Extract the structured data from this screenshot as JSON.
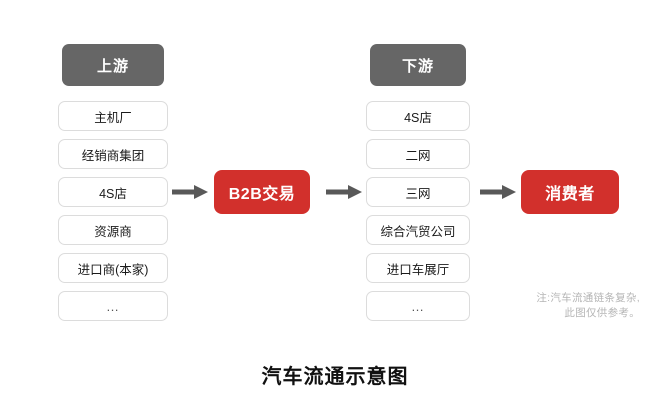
{
  "figure": {
    "title": "汽车流通示意图",
    "footnote_lines": [
      "注:汽车流通链条复杂,",
      "此图仅供参考。"
    ]
  },
  "colors": {
    "header_gray": "#666666",
    "node_red": "#d2302c",
    "box_border": "#dcdcdc",
    "arrow_gray": "#595959",
    "footnote_gray": "#b5b5b5",
    "background": "#ffffff"
  },
  "upstream": {
    "header": "上游",
    "items": [
      {
        "label": "主机厂"
      },
      {
        "label": "经销商集团"
      },
      {
        "label": "4S店"
      },
      {
        "label": "资源商"
      },
      {
        "label": "进口商(本家)"
      },
      {
        "label": "…"
      }
    ]
  },
  "downstream": {
    "header": "下游",
    "items": [
      {
        "label": "4S店"
      },
      {
        "label": "二网"
      },
      {
        "label": "三网"
      },
      {
        "label": "综合汽贸公司"
      },
      {
        "label": "进口车展厅"
      },
      {
        "label": "…"
      }
    ]
  },
  "nodes": {
    "b2b": "B2B交易",
    "consumer": "消费者"
  },
  "arrows": [
    {
      "name": "arrow-upstream-to-b2b",
      "glyph": "arrow-right-icon"
    },
    {
      "name": "arrow-b2b-to-downstream",
      "glyph": "arrow-right-icon"
    },
    {
      "name": "arrow-downstream-to-consumer",
      "glyph": "arrow-right-icon"
    }
  ]
}
